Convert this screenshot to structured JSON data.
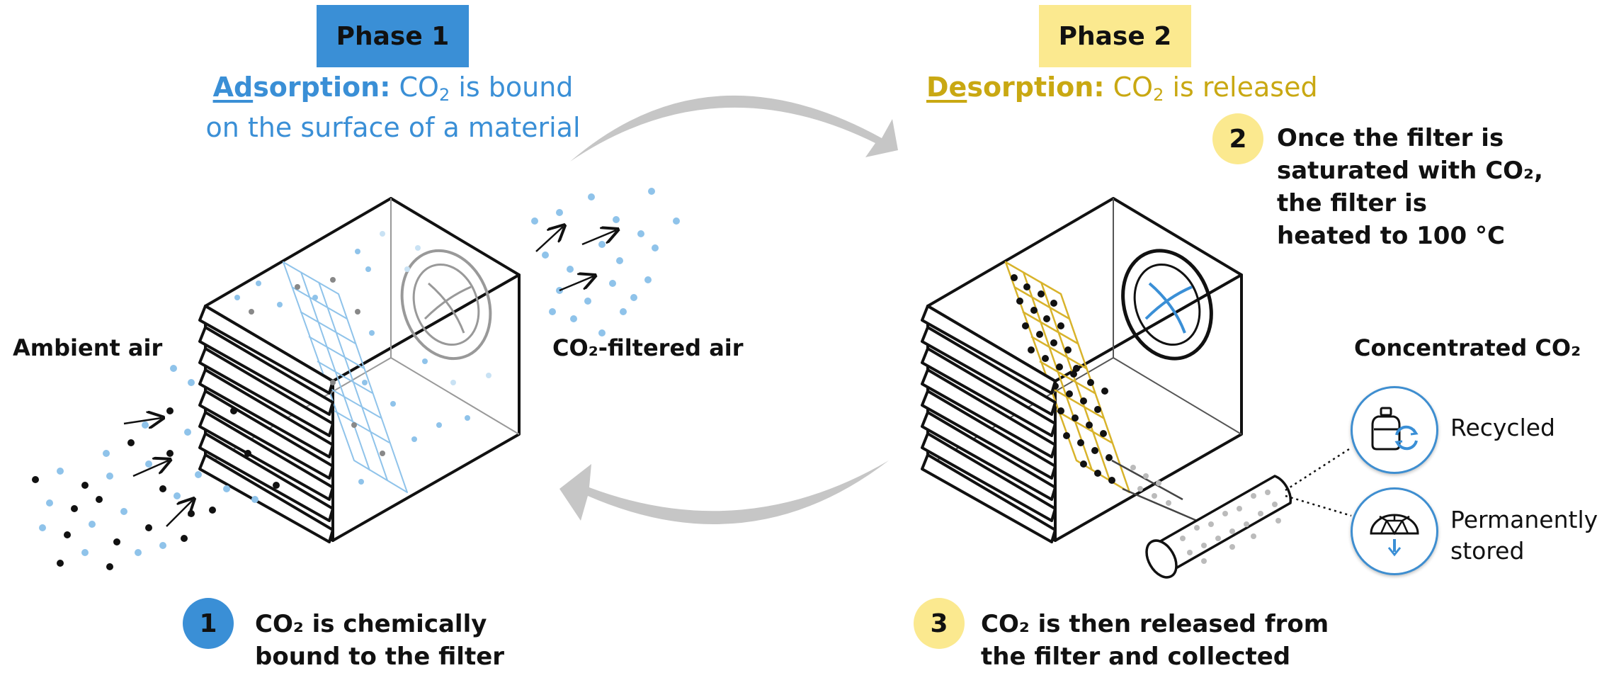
{
  "phase1": {
    "title": "Phase 1",
    "term_underlined": "Ad",
    "term_rest": "sorption:",
    "desc_a": "CO",
    "desc_sub": "2",
    "desc_b": " is bound",
    "desc_line2": "on the surface of a material",
    "color_box": "#3a8fd6",
    "color_text": "#3a8fd6"
  },
  "phase2": {
    "title": "Phase 2",
    "term_underlined": "De",
    "term_rest": "sorption:",
    "desc_a": "CO",
    "desc_sub": "2",
    "desc_b": " is released",
    "color_box": "#fbe98f",
    "color_text": "#c9a812"
  },
  "labels": {
    "ambient": "Ambient air",
    "filtered": "CO₂-filtered air",
    "concentrated": "Concentrated CO₂",
    "recycled": "Recycled",
    "stored_1": "Permanently",
    "stored_2": "stored"
  },
  "steps": [
    {
      "number": "1",
      "line1": "CO₂ is chemically",
      "line2": "bound to the filter",
      "color": "#3a8fd6"
    },
    {
      "number": "2",
      "line1": "Once the filter is",
      "line2": "saturated with CO₂,",
      "line3": "the filter is",
      "line4": "heated to 100 °C",
      "color": "#fbe98f"
    },
    {
      "number": "3",
      "line1": "CO₂ is then released from",
      "line2": "the filter and collected",
      "color": "#fbe98f"
    }
  ],
  "icons": [
    "recycle-icon",
    "storage-dome-icon"
  ]
}
